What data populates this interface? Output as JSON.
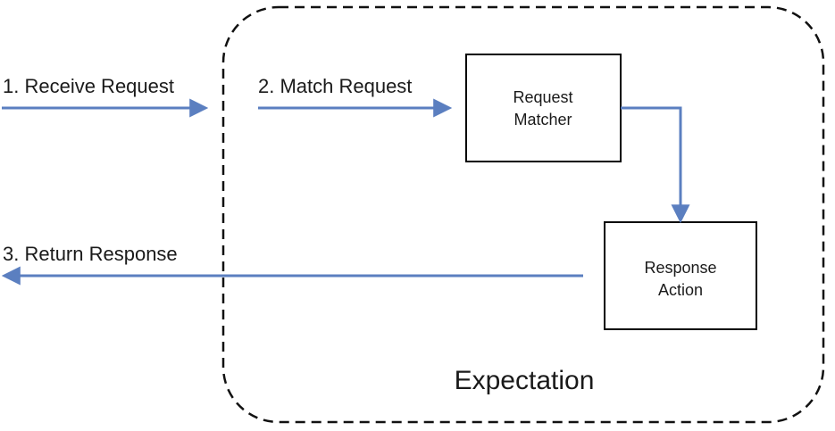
{
  "colors": {
    "arrow": "#5b7fc0",
    "box_stroke": "#000000",
    "text": "#1a1a1a"
  },
  "container": {
    "label": "Expectation"
  },
  "boxes": {
    "request_matcher": {
      "line1": "Request",
      "line2": "Matcher"
    },
    "response_action": {
      "line1": "Response",
      "line2": "Action"
    }
  },
  "steps": {
    "receive": "1. Receive Request",
    "match": "2. Match Request",
    "return": "3. Return Response"
  }
}
